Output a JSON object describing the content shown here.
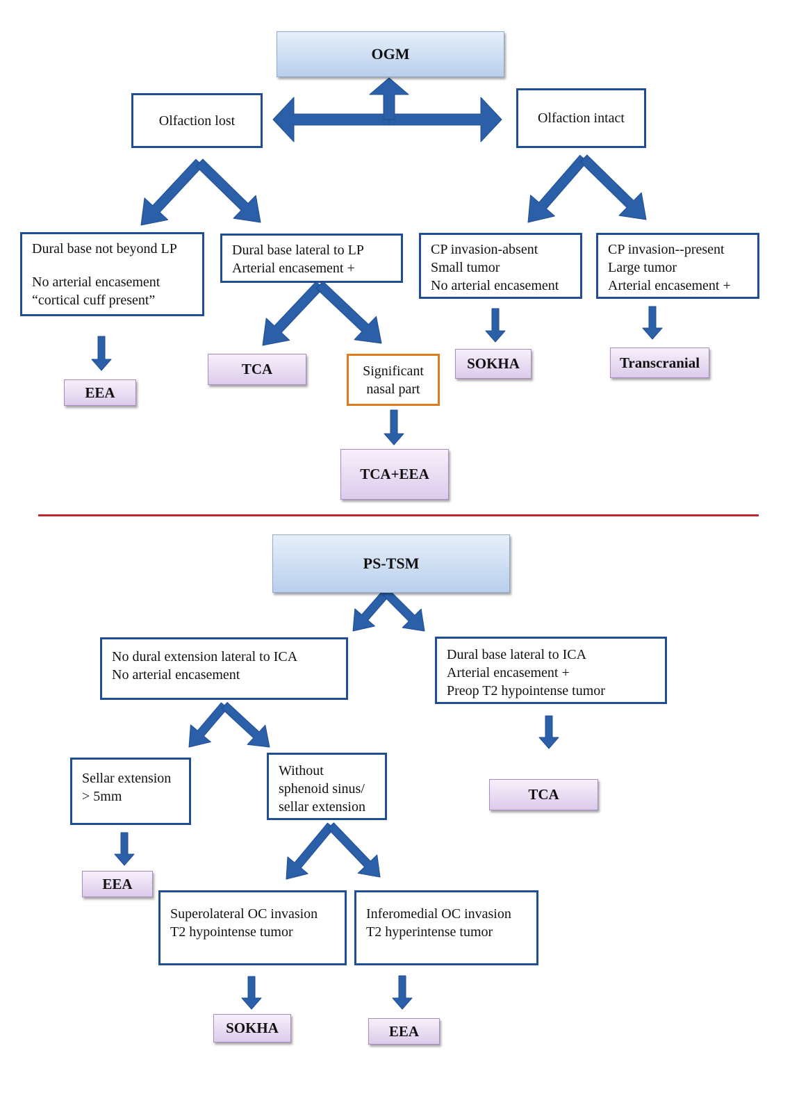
{
  "ogm": {
    "title": "OGM",
    "olfaction_lost": "Olfaction lost",
    "olfaction_intact": "Olfaction intact",
    "dural_not_beyond": [
      "Dural base not beyond LP",
      "",
      "No arterial encasement",
      "“cortical cuff present”"
    ],
    "dural_lateral": [
      "Dural base lateral to LP",
      "Arterial encasement +"
    ],
    "cp_absent": [
      "CP invasion-absent",
      "Small tumor",
      "No arterial encasement"
    ],
    "cp_present": [
      "CP invasion--present",
      "Large tumor",
      "Arterial encasement +"
    ],
    "significant_nasal": [
      "Significant",
      "nasal part"
    ],
    "out_eea": "EEA",
    "out_tca": "TCA",
    "out_tca_eea": "TCA+EEA",
    "out_sokha": "SOKHA",
    "out_transcranial": "Transcranial"
  },
  "pstsm": {
    "title": "PS-TSM",
    "no_dural_ext": [
      "No dural extension lateral to ICA",
      "No arterial encasement"
    ],
    "dural_lateral_ica": [
      "Dural base lateral to ICA",
      "Arterial encasement +",
      "Preop T2 hypointense tumor"
    ],
    "sellar_ext": [
      "Sellar extension",
      "> 5mm"
    ],
    "without_sphenoid": [
      "Without",
      "sphenoid sinus/",
      "sellar extension"
    ],
    "superolateral": [
      "Superolateral OC invasion",
      "T2 hypointense tumor"
    ],
    "inferomedial": [
      "Inferomedial OC invasion",
      "T2 hyperintense tumor"
    ],
    "out_eea_left": "EEA",
    "out_tca": "TCA",
    "out_sokha": "SOKHA",
    "out_eea_bottom": "EEA"
  },
  "colors": {
    "arrow": "#2b5fa8",
    "arrow_stroke": "#1f4e96",
    "box_border": "#1f4e96",
    "divider": "#c0272d",
    "orange_border": "#e07a1f"
  }
}
